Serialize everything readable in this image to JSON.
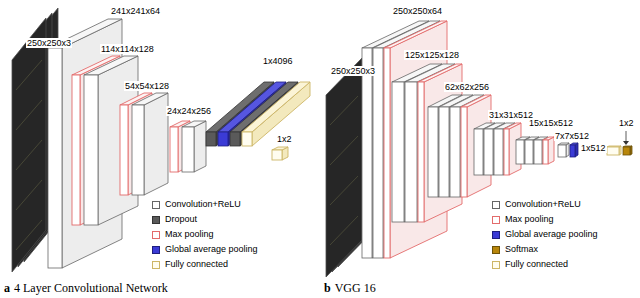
{
  "diagram": {
    "labels": [
      "250x250x3",
      "241x241x64",
      "114x114x128",
      "54x54x128",
      "24x24x256",
      "1x4096",
      "1x2",
      "250x250x3",
      "250x250x64",
      "125x125x128",
      "62x62x256",
      "31x31x512",
      "15x15x512",
      "7x7x512",
      "1x512",
      "1x2",
      "a",
      "4 Layer Convolutional Network",
      "b",
      "VGG 16"
    ],
    "legend": [
      {
        "text": "Convolution+ReLU"
      },
      {
        "text": "Dropout",
        "color": "#595959"
      },
      {
        "text": "Max pooling"
      },
      {
        "text": "Global average pooling",
        "color": "#3b3bd6"
      },
      {
        "text": "Fully connected"
      },
      {
        "text": "Convolution+ReLU"
      },
      {
        "text": "Max pooling"
      },
      {
        "text": "Global average pooling",
        "color": "#3b3bd6"
      },
      {
        "text": "Softmax",
        "color": "#b8860b"
      },
      {
        "text": "Fully connected"
      }
    ]
  }
}
